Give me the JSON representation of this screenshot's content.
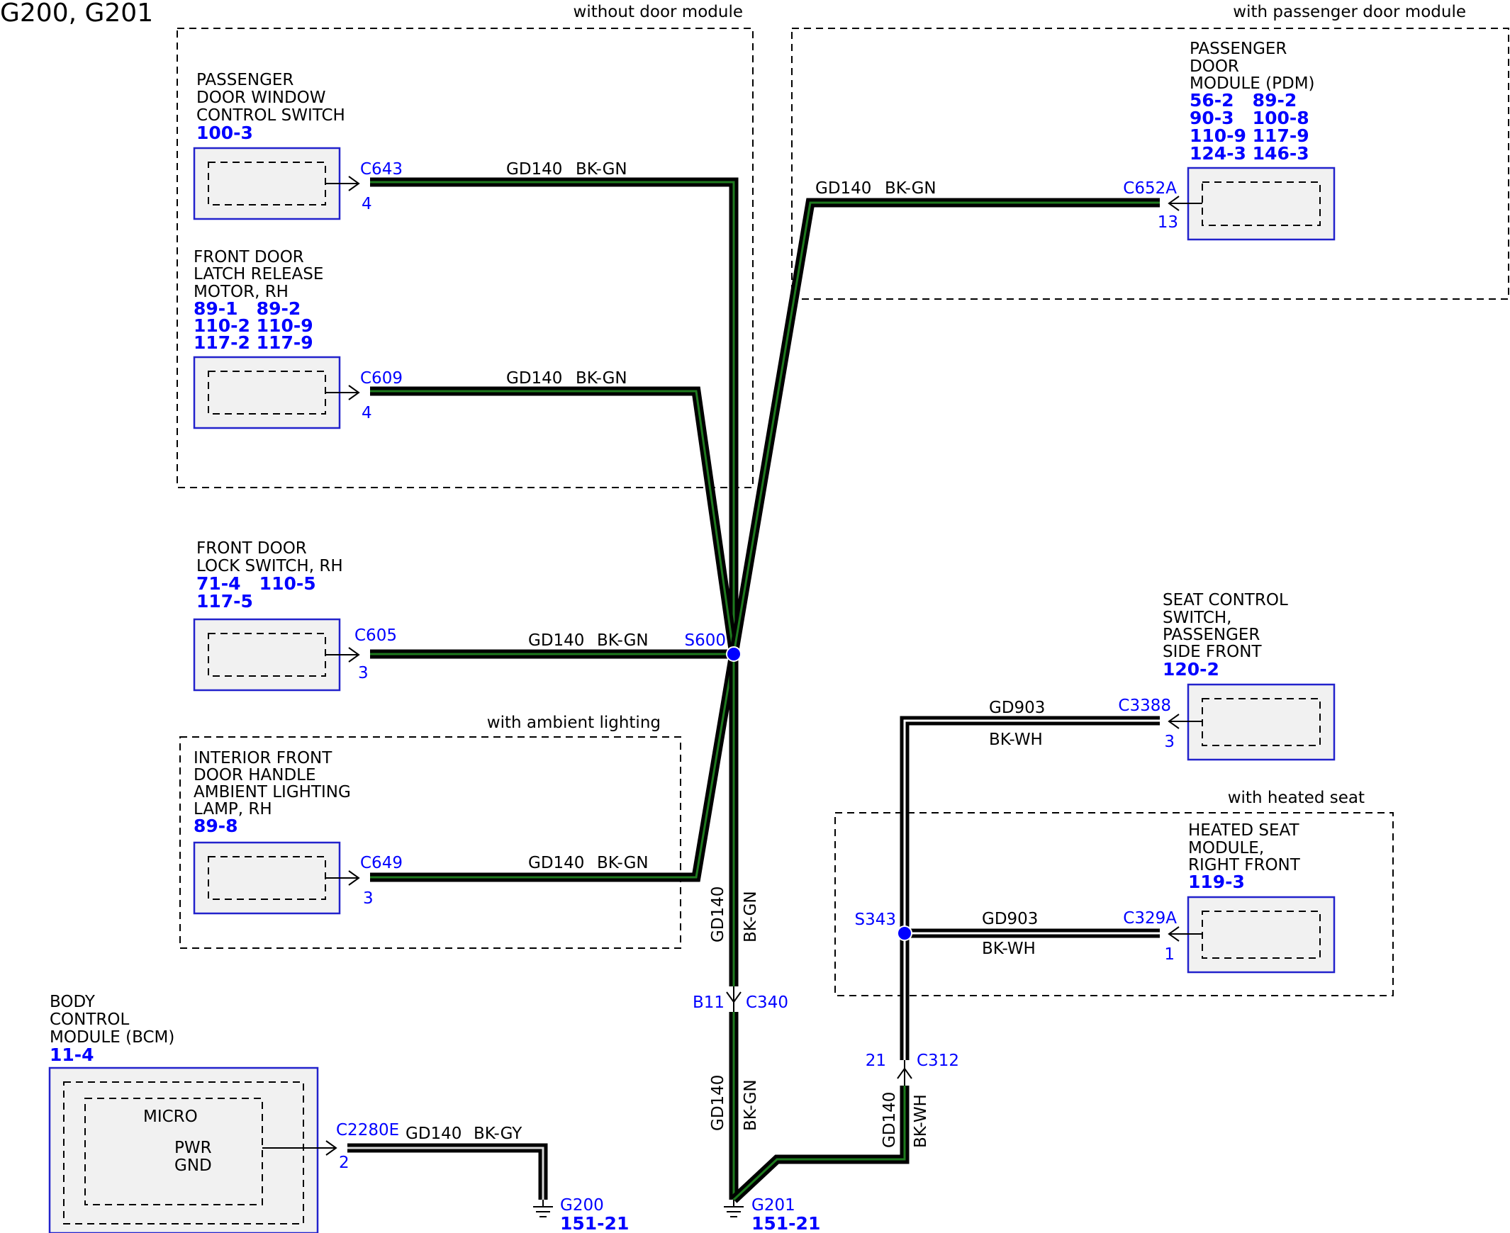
{
  "title": "G200, G201",
  "colors": {
    "wire_bk_gn": "#1e7a1e",
    "wire_bk_wh": "#ffffff",
    "wire_bk_gy": "#d8d8d8",
    "ref_blue": "#0000ff",
    "splice": "#0000ff"
  },
  "groups": {
    "without_door_module": "without door module",
    "with_passenger_door_module": "with passenger door module",
    "with_ambient_lighting": "with ambient lighting",
    "with_heated_seat": "with heated seat"
  },
  "components": {
    "window_switch": {
      "name": [
        "PASSENGER",
        "DOOR WINDOW",
        "CONTROL SWITCH"
      ],
      "refs": [
        "100-3"
      ],
      "connector": "C643",
      "pin": "4"
    },
    "latch_motor": {
      "name": [
        "FRONT DOOR",
        "LATCH RELEASE",
        "MOTOR, RH"
      ],
      "refs": [
        "89-1   89-2",
        "110-2 110-9",
        "117-2 117-9"
      ],
      "connector": "C609",
      "pin": "4"
    },
    "lock_switch": {
      "name": [
        "FRONT DOOR",
        "LOCK SWITCH, RH"
      ],
      "refs": [
        "71-4   110-5",
        "117-5"
      ],
      "connector": "C605",
      "pin": "3"
    },
    "ambient_lamp": {
      "name": [
        "INTERIOR FRONT",
        "DOOR HANDLE",
        "AMBIENT LIGHTING",
        "LAMP, RH"
      ],
      "refs": [
        "89-8"
      ],
      "connector": "C649",
      "pin": "3"
    },
    "bcm": {
      "name": [
        "BODY",
        "CONTROL",
        "MODULE (BCM)"
      ],
      "refs": [
        "11-4"
      ],
      "connector": "C2280E",
      "pin": "2",
      "micro": "MICRO",
      "pwr": "PWR",
      "gnd": "GND"
    },
    "pdm": {
      "name": [
        "PASSENGER",
        "DOOR",
        "MODULE (PDM)"
      ],
      "refs": [
        "56-2   89-2",
        "90-3   100-8",
        "110-9 117-9",
        "124-3 146-3"
      ],
      "connector": "C652A",
      "pin": "13"
    },
    "seat_switch": {
      "name": [
        "SEAT CONTROL",
        "SWITCH,",
        "PASSENGER",
        "SIDE FRONT"
      ],
      "refs": [
        "120-2"
      ],
      "connector": "C3388",
      "pin": "3"
    },
    "heated_seat": {
      "name": [
        "HEATED SEAT",
        "MODULE,",
        "RIGHT FRONT"
      ],
      "refs": [
        "119-3"
      ],
      "connector": "C329A",
      "pin": "1"
    }
  },
  "wires": {
    "circuit_gd140": "GD140",
    "circuit_gd903": "GD903",
    "color_bk_gn": "BK-GN",
    "color_bk_wh": "BK-WH",
    "color_bk_gy": "BK-GY"
  },
  "splices": {
    "s600": "S600",
    "s343": "S343"
  },
  "inline": {
    "c340": "C340",
    "c340_pin": "B11",
    "c312": "C312",
    "c312_pin": "21"
  },
  "grounds": {
    "g200": {
      "name": "G200",
      "ref": "151-21"
    },
    "g201": {
      "name": "G201",
      "ref": "151-21"
    }
  }
}
